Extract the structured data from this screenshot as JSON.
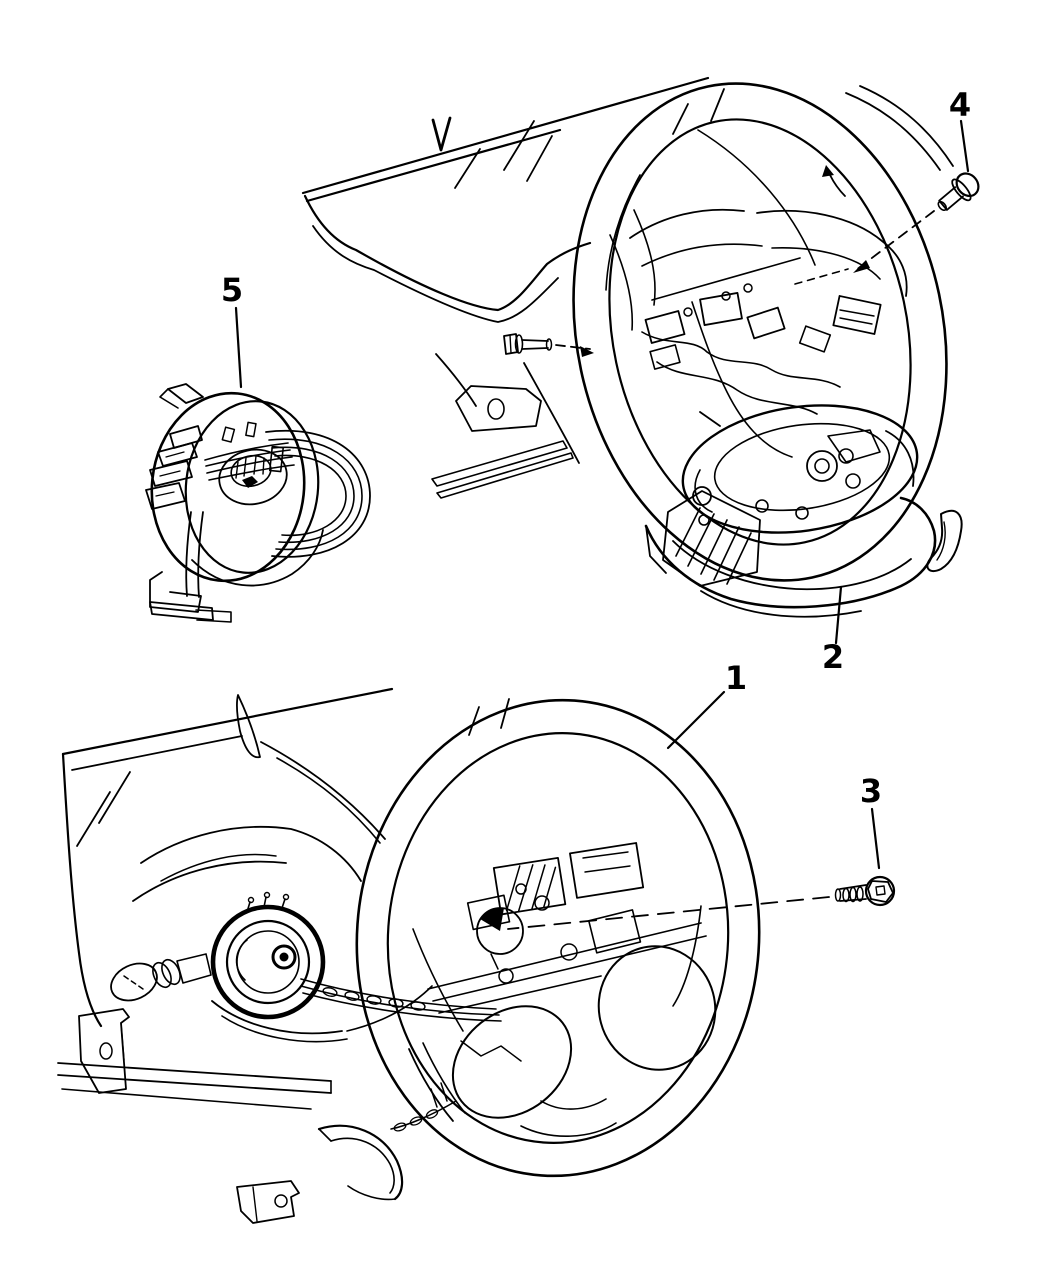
{
  "figure": {
    "kind": "exploded-parts-line-diagram",
    "subject": "steering-wheel-column-clockspring",
    "background_color": "#ffffff",
    "line_color": "#000000"
  },
  "callouts": [
    {
      "number": "1",
      "part": "steering-wheel-lower-view"
    },
    {
      "number": "2",
      "part": "steering-wheel-with-column-cover-upper-view"
    },
    {
      "number": "3",
      "part": "steering-wheel-mounting-bolt"
    },
    {
      "number": "4",
      "part": "module-mounting-screw"
    },
    {
      "number": "5",
      "part": "clockspring"
    }
  ]
}
